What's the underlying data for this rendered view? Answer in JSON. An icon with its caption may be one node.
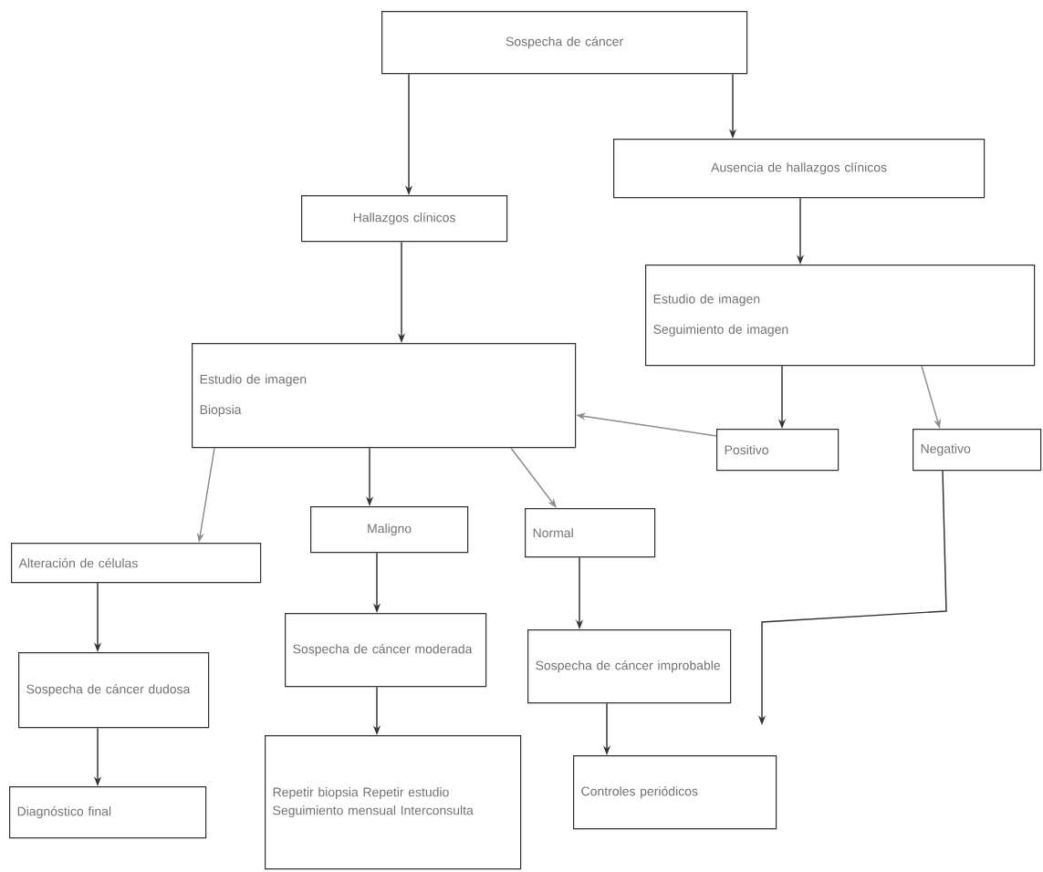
{
  "diagram": {
    "nodes": [
      {
        "text": [
          "Sospecha de cáncer"
        ]
      },
      {
        "text": [
          "Hallazgos clínicos"
        ]
      },
      {
        "text": [
          "Ausencia de hallazgos clínicos"
        ]
      },
      {
        "text": [
          "Estudio de imagen",
          "Seguimiento de imagen"
        ]
      },
      {
        "text": [
          "Estudio de imagen",
          "Biopsia"
        ]
      },
      {
        "text": [
          "Positivo"
        ]
      },
      {
        "text": [
          "Negativo"
        ]
      },
      {
        "text": [
          "Alteración de células"
        ]
      },
      {
        "text": [
          "Maligno"
        ]
      },
      {
        "text": [
          "Normal"
        ]
      },
      {
        "text": [
          "Sospecha de cáncer dudosa"
        ]
      },
      {
        "text": [
          "Sospecha de cáncer moderada"
        ]
      },
      {
        "text": [
          "Sospecha de cáncer improbable"
        ]
      },
      {
        "text": [
          "Diagnóstico final"
        ]
      },
      {
        "text": [
          "Repetir biopsia Repetir estudio Seguimiento mensual Interconsulta"
        ]
      },
      {
        "text": [
          "Controles periódicos"
        ]
      }
    ],
    "edges": [
      {
        "from": 0,
        "to": 1,
        "arrow": "to"
      },
      {
        "from": 0,
        "to": 2,
        "arrow": "to"
      },
      {
        "from": 2,
        "to": 3,
        "arrow": "to"
      },
      {
        "from": 1,
        "to": 4,
        "arrow": "to"
      },
      {
        "from": 3,
        "to": 5,
        "arrow": "to"
      },
      {
        "from": 3,
        "to": 6,
        "arrow": "to",
        "color": "#8c8c8c"
      },
      {
        "from": 5,
        "to": 4,
        "arrow": "to",
        "color": "#8c8c8c"
      },
      {
        "from": 4,
        "to": 7,
        "arrow": "to",
        "color": "#8c8c8c"
      },
      {
        "from": 4,
        "to": 8,
        "arrow": "to"
      },
      {
        "from": 4,
        "to": 9,
        "arrow": "to",
        "color": "#8c8c8c"
      },
      {
        "from": 7,
        "to": 10,
        "arrow": "to"
      },
      {
        "from": 10,
        "to": 13,
        "arrow": "to"
      },
      {
        "from": 8,
        "to": 11,
        "arrow": "to"
      },
      {
        "from": 11,
        "to": 14,
        "arrow": "to"
      },
      {
        "from": 9,
        "to": 12,
        "arrow": "to"
      },
      {
        "from": 12,
        "to": 15,
        "arrow": "to"
      },
      {
        "from": 6,
        "to": null,
        "arrow": "to"
      }
    ]
  }
}
